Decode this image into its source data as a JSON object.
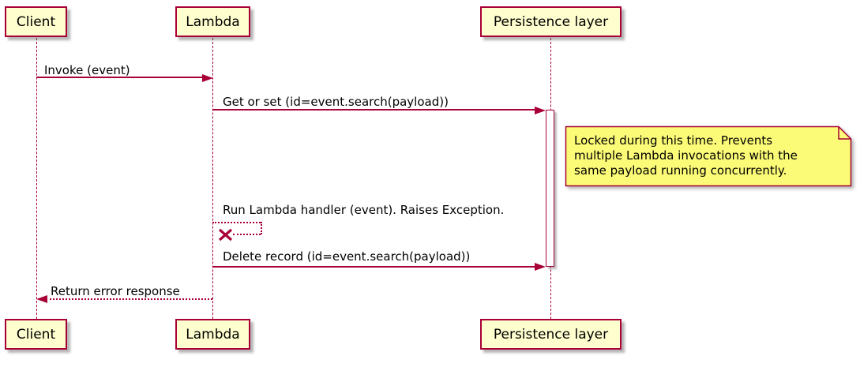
{
  "diagram": {
    "type": "sequence-diagram",
    "participants": [
      {
        "id": "client",
        "label": "Client"
      },
      {
        "id": "lambda",
        "label": "Lambda"
      },
      {
        "id": "persistence",
        "label": "Persistence layer"
      }
    ],
    "messages": [
      {
        "from": "Client",
        "to": "Lambda",
        "label": "Invoke (event)",
        "style": "solid"
      },
      {
        "from": "Lambda",
        "to": "Persistence layer",
        "label": "Get or set (id=event.search(payload))",
        "style": "solid"
      },
      {
        "from": "Lambda",
        "to": "Lambda",
        "label": "Run Lambda handler (event). Raises Exception.",
        "style": "dotted-self-destroy"
      },
      {
        "from": "Lambda",
        "to": "Persistence layer",
        "label": "Delete record (id=event.search(payload))",
        "style": "solid"
      },
      {
        "from": "Lambda",
        "to": "Client",
        "label": "Return error response",
        "style": "dashed-return"
      }
    ],
    "note": {
      "attached_to": "Persistence layer",
      "lines": [
        "Locked during this time. Prevents",
        "multiple Lambda invocations with the",
        "same payload running concurrently."
      ]
    },
    "colors": {
      "accent_border": "#A80036",
      "participant_fill": "#FEFECE",
      "note_fill": "#FBFB77",
      "activation_fill": "#FFFFFF",
      "text": "#000000",
      "background": "#FFFFFF"
    }
  }
}
